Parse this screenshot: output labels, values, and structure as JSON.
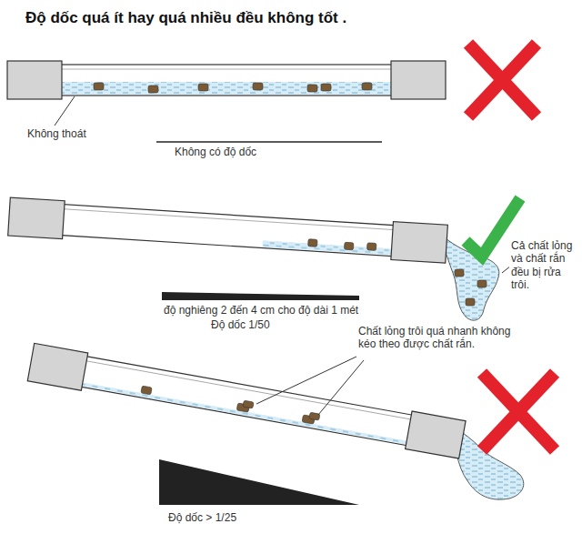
{
  "diagram": {
    "title": "Độ dốc quá ít hay quá nhiều đều không tốt .",
    "labels": [
      "Không thoát",
      "Không có độ dốc",
      "Cả chất lỏng và chất rắn đều bị rửa trôi.",
      "độ nghiêng 2 đến 4 cm cho độ dài 1 mét",
      "Độ dốc 1/50",
      "Chất lỏng trôi quá nhanh không kéo theo được chất rắn.",
      "Độ dốc > 1/25"
    ]
  }
}
